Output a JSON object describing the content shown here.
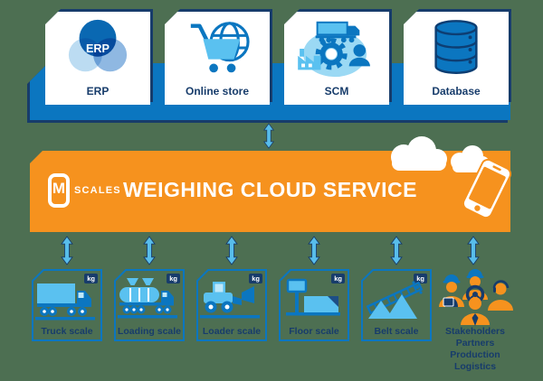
{
  "colors": {
    "background": "#4d6f52",
    "primary_blue": "#0b76c0",
    "navy": "#173c6b",
    "light_blue": "#5ac1f0",
    "pale_blue": "#bfe8fa",
    "arrow_blue": "#58bdea",
    "orange": "#f6921e",
    "white": "#ffffff"
  },
  "systems_row": {
    "items": [
      {
        "label": "ERP",
        "icon": "erp-venn-icon",
        "icon_text": "ERP"
      },
      {
        "label": "Online store",
        "icon": "cart-globe-icon"
      },
      {
        "label": "SCM",
        "icon": "supply-chain-icon"
      },
      {
        "label": "Database",
        "icon": "database-icon"
      }
    ]
  },
  "banner": {
    "logo_letter": "M",
    "logo_word": "SCALES",
    "title": "WEIGHING CLOUD SERVICE"
  },
  "scales_row": {
    "badge": "kg",
    "items": [
      {
        "label": "Truck scale"
      },
      {
        "label": "Loading scale"
      },
      {
        "label": "Loader scale"
      },
      {
        "label": "Floor scale"
      },
      {
        "label": "Belt scale"
      }
    ]
  },
  "stakeholders": {
    "lines": [
      "Stakeholders",
      "Partners",
      "Production",
      "Logistics"
    ]
  }
}
